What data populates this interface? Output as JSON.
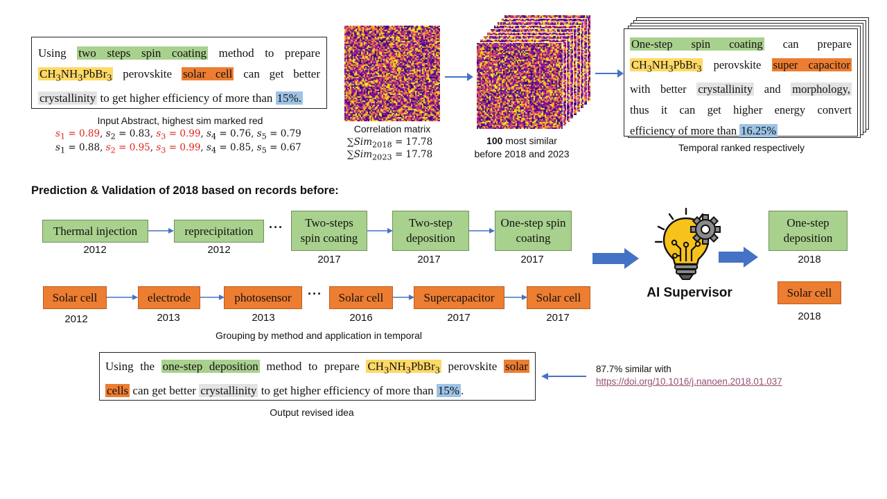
{
  "input_abstract": {
    "p1": "Using",
    "method": "two steps spin coating",
    "p2": "method to prepare",
    "compound_a": "CH",
    "compound_sub1": "3",
    "compound_b": "NH",
    "compound_sub2": "3",
    "compound_c": "PbBr",
    "compound_sub3": "3",
    "p3": "perovskite",
    "application": "solar cell",
    "p4": "can get better",
    "property": "crystallinity",
    "p5": "to get higher efficiency of more than",
    "value": "15%."
  },
  "input_caption": "Input Abstract, highest sim marked red",
  "sim_rows": [
    [
      {
        "sym": "s",
        "sub": "1",
        "val": "0.89",
        "red": true
      },
      {
        "sym": "s",
        "sub": "2",
        "val": "0.83",
        "red": false
      },
      {
        "sym": "s",
        "sub": "3",
        "val": "0.99",
        "red": true
      },
      {
        "sym": "s",
        "sub": "4",
        "val": "0.76",
        "red": false
      },
      {
        "sym": "s",
        "sub": "5",
        "val": "0.79",
        "red": false
      }
    ],
    [
      {
        "sym": "s",
        "sub": "1",
        "val": "0.88",
        "red": false
      },
      {
        "sym": "s",
        "sub": "2",
        "val": "0.95",
        "red": true
      },
      {
        "sym": "s",
        "sub": "3",
        "val": "0.99",
        "red": true
      },
      {
        "sym": "s",
        "sub": "4",
        "val": "0.85",
        "red": false
      },
      {
        "sym": "s",
        "sub": "5",
        "val": "0.67",
        "red": false
      }
    ]
  ],
  "correlation": {
    "caption": "Correlation matrix",
    "sum_symbol": "∑",
    "sim_label": "Sim",
    "sub1": "2018",
    "sub2": "2023",
    "val1": "= 17.78",
    "val2": "= 17.78"
  },
  "similar": {
    "count": "100",
    "line1": " most similar",
    "line2": "before 2018 and 2023"
  },
  "ranked": {
    "method": "One-step spin coating",
    "p1": "can prepare",
    "compound_a": "CH",
    "compound_sub1": "3",
    "compound_b": "NH",
    "compound_sub2": "3",
    "compound_c": "PbBr",
    "compound_sub3": "3",
    "p2": "perovskite",
    "application": "super capacitor",
    "p3": "with better",
    "property1": "crystallinity",
    "p4": "and",
    "property2": "morphology,",
    "p5": "thus it can get higher energy convert",
    "p6": "efficiency of more than",
    "value": "16.25%",
    "caption": "Temporal ranked respectively"
  },
  "prediction_heading": "Prediction & Validation of 2018 based on records before:",
  "methods": [
    {
      "label": "Thermal injection",
      "year": "2012"
    },
    {
      "label": "reprecipitation",
      "year": "2012"
    },
    {
      "label": "Two-steps spin coating",
      "year": "2017"
    },
    {
      "label": "Two-step deposition",
      "year": "2017"
    },
    {
      "label": "One-step spin coating",
      "year": "2017"
    }
  ],
  "applications": [
    {
      "label": "Solar cell",
      "year": "2012"
    },
    {
      "label": "electrode",
      "year": "2013"
    },
    {
      "label": "photosensor",
      "year": "2013"
    },
    {
      "label": "Solar cell",
      "year": "2016"
    },
    {
      "label": "Supercapacitor",
      "year": "2017"
    },
    {
      "label": "Solar cell",
      "year": "2017"
    }
  ],
  "ellipsis": "···",
  "grouping_caption": "Grouping by method and application in temporal",
  "ai_supervisor": "AI Supervisor",
  "prediction": {
    "method": "One-step deposition",
    "method_year": "2018",
    "application": "Solar cell",
    "application_year": "2018"
  },
  "output": {
    "p1": "Using the",
    "method": "one-step deposition",
    "p2": "method to prepare",
    "compound_a": "CH",
    "compound_sub1": "3",
    "compound_b": "NH",
    "compound_sub2": "3",
    "compound_c": "PbBr",
    "compound_sub3": "3",
    "p3": "perovskite",
    "application_a": "solar",
    "application_b": "cells",
    "p4": "can get better",
    "property": "crystallinity",
    "p5": "to get higher efficiency of more than",
    "value": "15%",
    "end": ".",
    "caption": "Output revised idea"
  },
  "validation": {
    "similarity": "87.7% similar with",
    "doi": "https://doi.org/10.1016/j.nanoen.2018.01.037"
  },
  "colors": {
    "method_green": "#a9d18e",
    "material_yellow": "#ffd966",
    "application_orange": "#ed7d31",
    "property_gray": "#e3e3e3",
    "value_blue": "#9dc3e6",
    "arrow_blue": "#4472c4",
    "sim_red": "#e0201b",
    "bulb_yellow": "#f7c21a"
  }
}
